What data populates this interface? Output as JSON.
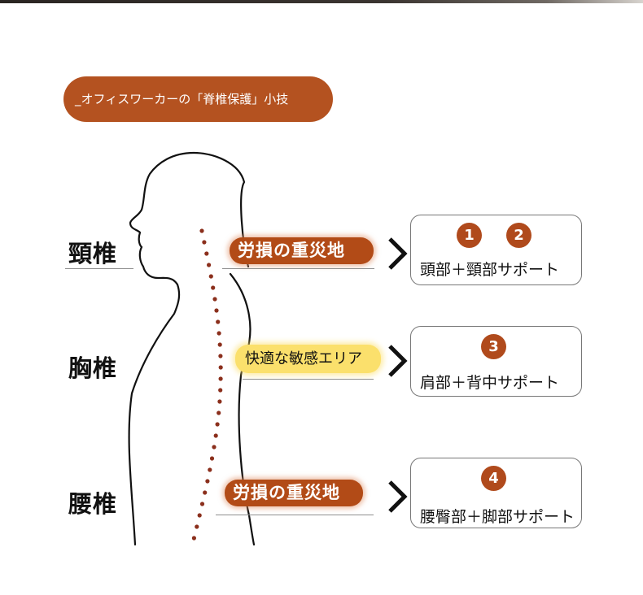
{
  "title": "_オフィスワーカーの「脊椎保護」小技",
  "colors": {
    "accent_brown": "#b45220",
    "highlight_yellow": "#fbe06c",
    "spine_dot": "#8b2f1c"
  },
  "sections": [
    {
      "label": "頸椎",
      "tag": "労損の重災地",
      "tag_style": "brown",
      "numbers": [
        "1",
        "2"
      ],
      "support": "頭部＋頸部サポート"
    },
    {
      "label": "胸椎",
      "tag": "快適な敏感エリア",
      "tag_style": "yellow",
      "numbers": [
        "3"
      ],
      "support": "肩部＋背中サポート"
    },
    {
      "label": "腰椎",
      "tag": "労損の重災地",
      "tag_style": "brown",
      "numbers": [
        "4"
      ],
      "support": "腰臀部＋脚部サポート"
    }
  ],
  "icons": {
    "arrow": "chevron-right-icon",
    "figure": "human-profile-silhouette"
  }
}
